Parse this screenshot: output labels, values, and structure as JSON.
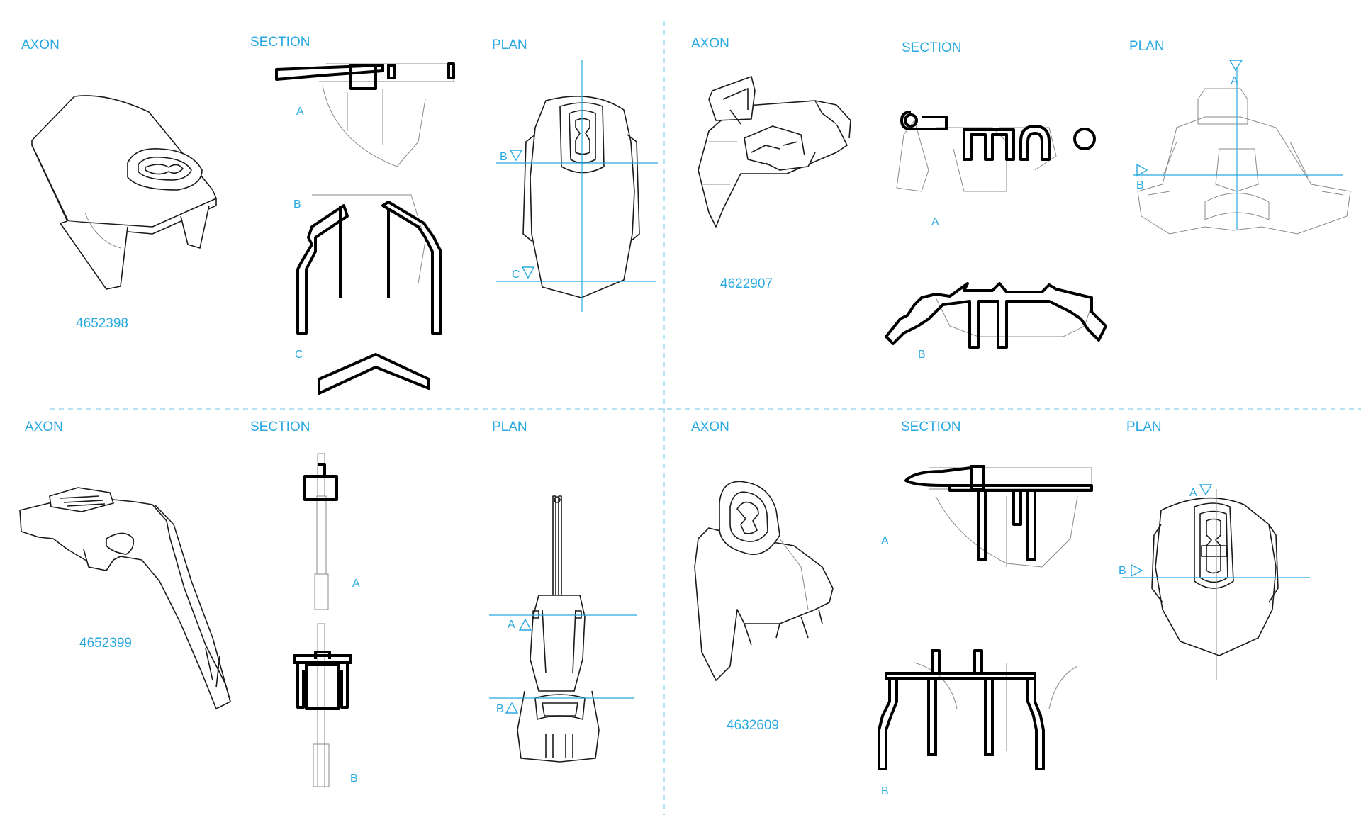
{
  "colors": {
    "accent": "#29a9e0",
    "ink": "#000000",
    "divider": "#9fd8ee"
  },
  "view_labels": {
    "axon": "AXON",
    "section": "SECTION",
    "plan": "PLAN"
  },
  "parts": [
    {
      "id": "4652398",
      "section_marks": [
        "A",
        "B",
        "C"
      ],
      "plan_marks": [
        "B",
        "C"
      ]
    },
    {
      "id": "4622907",
      "section_marks": [
        "A",
        "B"
      ],
      "plan_marks": [
        "A",
        "B"
      ]
    },
    {
      "id": "4652399",
      "section_marks": [
        "A",
        "B"
      ],
      "plan_marks": [
        "A",
        "B"
      ]
    },
    {
      "id": "4632609",
      "section_marks": [
        "A",
        "B"
      ],
      "plan_marks": [
        "A",
        "B"
      ]
    }
  ]
}
